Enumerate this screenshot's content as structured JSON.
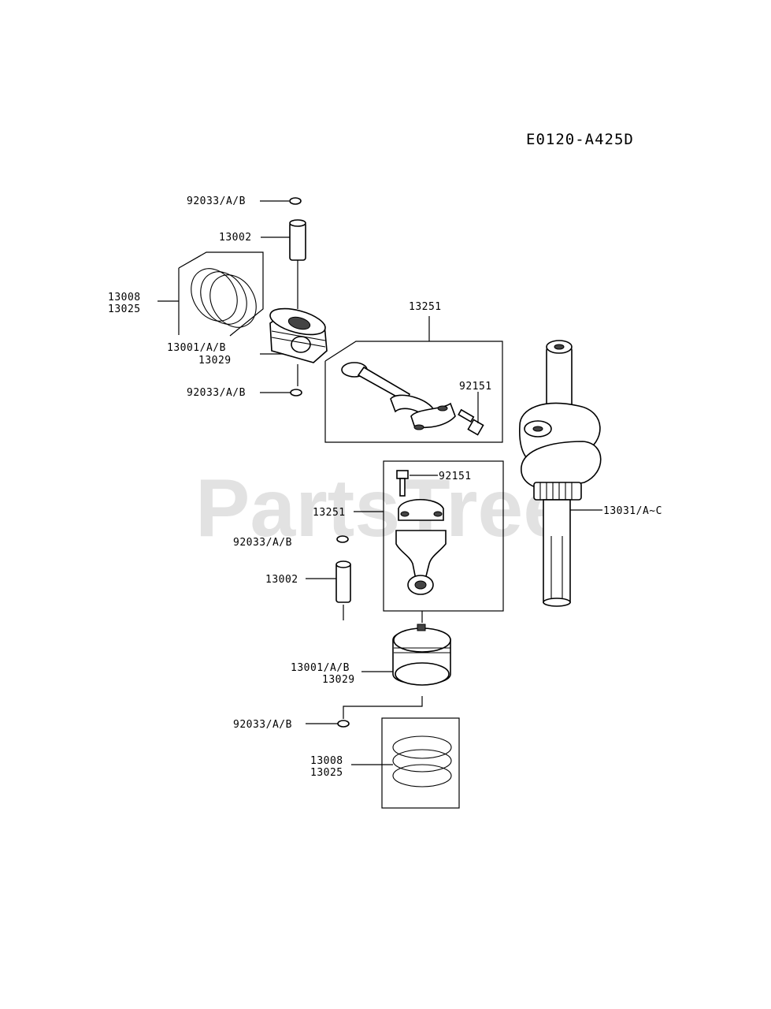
{
  "diagram_code": "E0120-A425D",
  "watermark": "PartsTree",
  "labels": {
    "circlip_top_1": "92033/A/B",
    "pin_top": "13002",
    "ring_set_top_1": "13008",
    "ring_set_top_2": "13025",
    "piston_top_1": "13001/A/B",
    "piston_top_2": "13029",
    "circlip_top_2": "92033/A/B",
    "rod_top": "13251",
    "bolt_top": "92151",
    "bolt_bottom": "92151",
    "rod_bottom": "13251",
    "crankshaft": "13031/A~C",
    "circlip_bottom_1": "92033/A/B",
    "pin_bottom": "13002",
    "piston_bottom_1": "13001/A/B",
    "piston_bottom_2": "13029",
    "circlip_bottom_2": "92033/A/B",
    "ring_set_bottom_1": "13008",
    "ring_set_bottom_2": "13025"
  }
}
